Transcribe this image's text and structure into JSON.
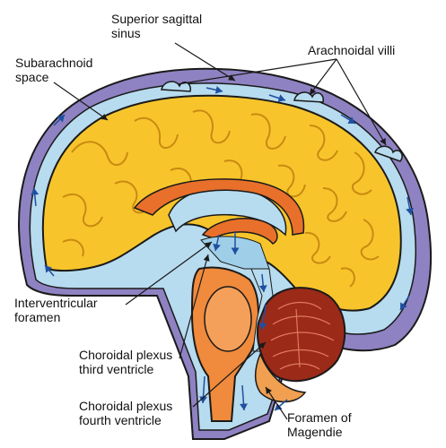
{
  "labels": {
    "superior_sagittal_sinus": [
      "Superior sagittal",
      "sinus"
    ],
    "subarachnoid_space": [
      "Subarachnoid",
      "space"
    ],
    "arachnoidal_villi": [
      "Arachnoidal villi"
    ],
    "interventricular_foramen": [
      "Interventricular",
      "foramen"
    ],
    "choroidal_plexus_third": [
      "Choroidal plexus",
      "third ventricle"
    ],
    "choroidal_plexus_fourth": [
      "Choroidal plexus",
      "fourth ventricle"
    ],
    "foramen_of_magendie": [
      "Foramen of",
      "Magendie"
    ]
  },
  "colors": {
    "outer_membrane": "#8f82c2",
    "csf": "#b7dbef",
    "brain": "#f7c52b",
    "brain_folds": "#c98a12",
    "brainstem": "#f08a3c",
    "cerebellum": "#9b2a18",
    "corpus_callosum": "#e8702a",
    "outline": "#1a1a1a",
    "arrow_blue": "#1f4fa0"
  }
}
